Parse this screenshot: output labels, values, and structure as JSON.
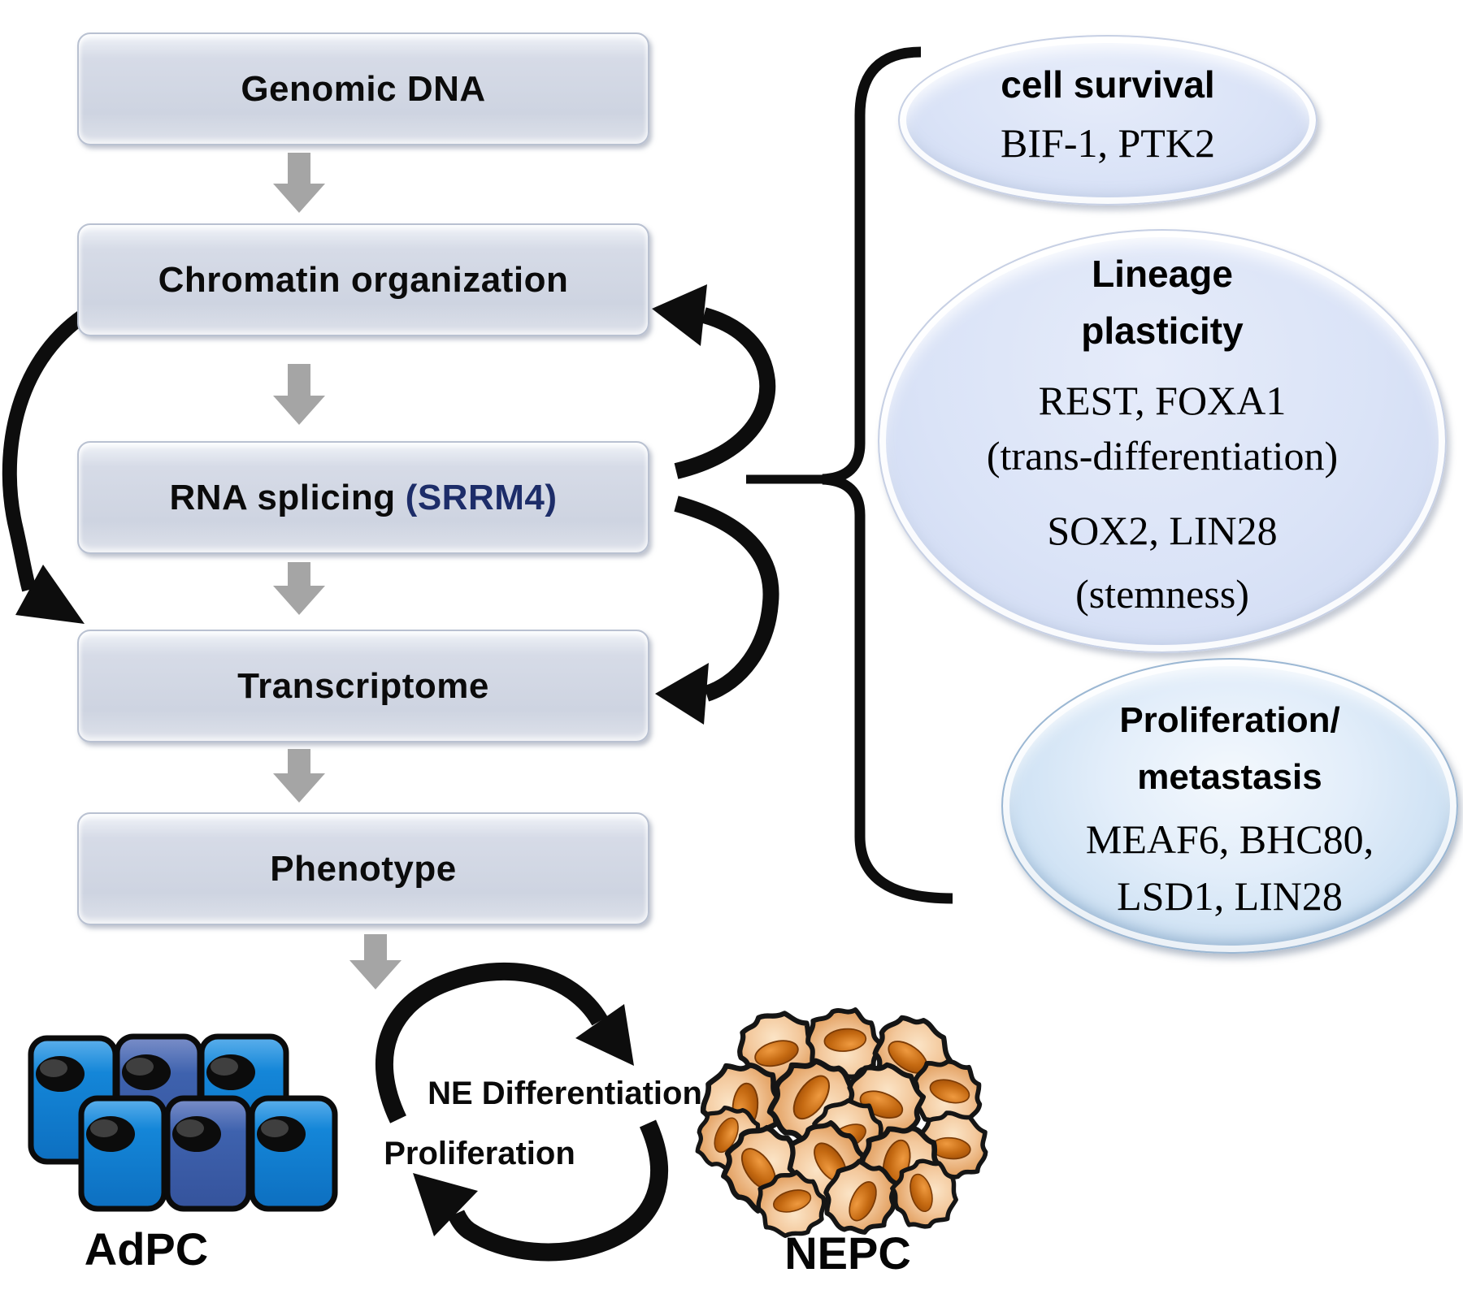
{
  "figure": {
    "description_domain": "regulation flow diagram",
    "flow": {
      "boxes": [
        {
          "label": "Genomic DNA"
        },
        {
          "label": "Chromatin organization"
        },
        {
          "label": "RNA splicing",
          "highlight": "(SRRM4)"
        },
        {
          "label": "Transcriptome"
        },
        {
          "label": "Phenotype"
        }
      ]
    },
    "ellipses": {
      "cell_survival": {
        "title": "cell survival",
        "genes": "BIF-1, PTK2"
      },
      "lineage": {
        "title_line1": "Lineage",
        "title_line2": "plasticity",
        "genes1": "REST, FOXA1",
        "note1": "(trans-differentiation)",
        "genes2": "SOX2, LIN28",
        "note2": "(stemness)"
      },
      "proliferation": {
        "title_line1": "Proliferation/",
        "title_line2": "metastasis",
        "genes_line1": "MEAF6, BHC80,",
        "genes_line2": "LSD1, LIN28"
      }
    },
    "cycle": {
      "top_label": "NE Differentiation",
      "bottom_label": "Proliferation"
    },
    "cells": {
      "adpc_label": "AdPC",
      "nepc_label": "NEPC"
    },
    "colors": {
      "accent_navy": "#1d2d69",
      "box_fill": "#d2d8e4",
      "arrow_gray": "#a5a5a5",
      "arrow_black": "#0d0d0d",
      "ellipse_light_blue": "#dae3f7",
      "ellipse_deep_blue": "#bcd5ee",
      "adpc_blue": "#1486d8",
      "adpc_indigo": "#3e62ae",
      "nepc_tan": "#f3c89c",
      "nepc_nucleus": "#c56a12"
    }
  }
}
